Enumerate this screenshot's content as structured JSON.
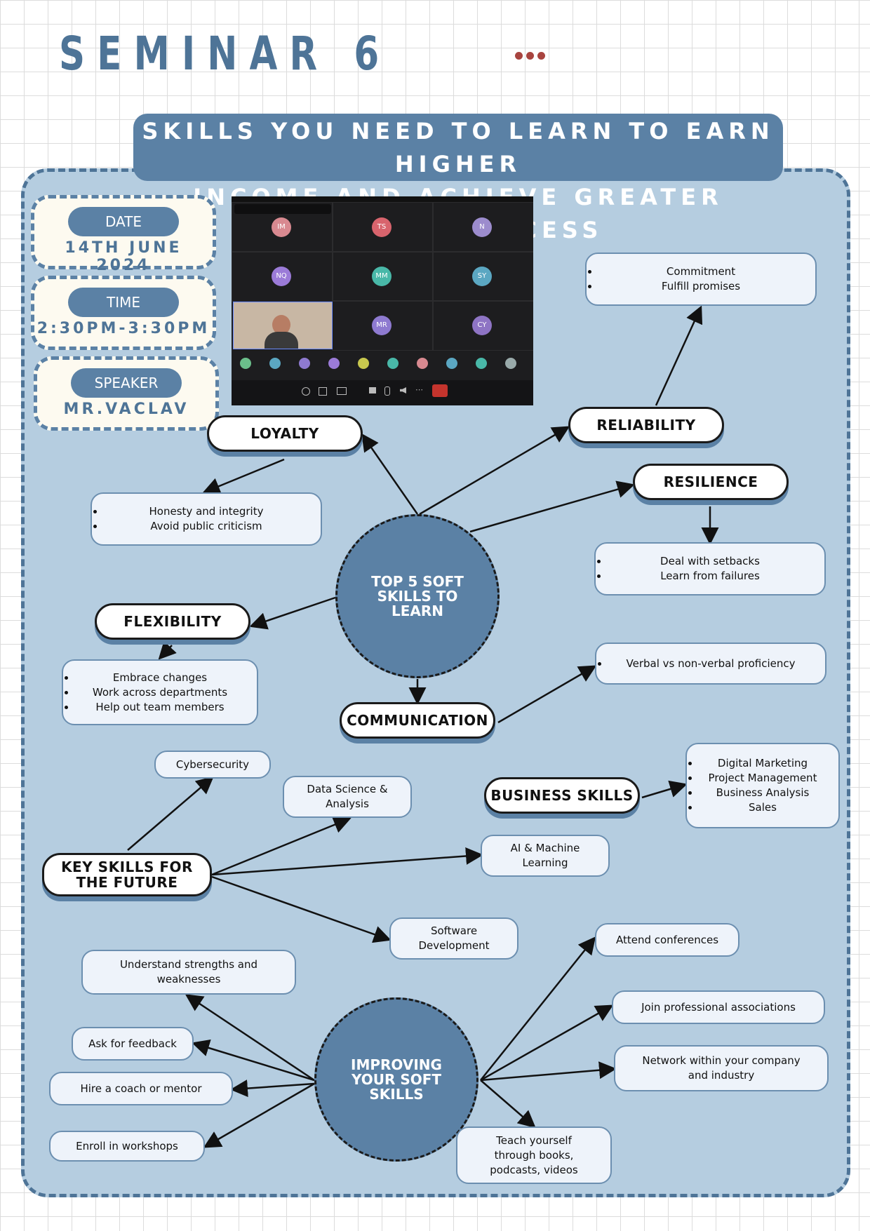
{
  "title": "SEMINAR 6",
  "banner": {
    "line1": "SKILLS YOU NEED TO LEARN TO EARN HIGHER",
    "line2": "INCOME AND ACHIEVE GREATER CAREER SUCCESS"
  },
  "info": {
    "date_label": "DATE",
    "date_value": "14TH JUNE 2024",
    "time_label": "TIME",
    "time_value": "2:30PM-3:30PM",
    "speaker_label": "SPEAKER",
    "speaker_value": "MR.VACLAV"
  },
  "meeting": {
    "participants": [
      "IM",
      "TS",
      "N",
      "NQ",
      "MM",
      "SY",
      "MR",
      "CY"
    ]
  },
  "soft_skills": {
    "center": "TOP 5 SOFT SKILLS TO LEARN",
    "loyalty": {
      "label": "LOYALTY",
      "items": [
        "Honesty and integrity",
        "Avoid public criticism"
      ]
    },
    "reliability": {
      "label": "RELIABILITY",
      "items": [
        "Commitment",
        "Fulfill promises"
      ]
    },
    "resilience": {
      "label": "RESILIENCE",
      "items": [
        "Deal with setbacks",
        "Learn from failures"
      ]
    },
    "flexibility": {
      "label": "FLEXIBILITY",
      "items": [
        "Embrace changes",
        "Work across departments",
        "Help out team members"
      ]
    },
    "communication": {
      "label": "COMMUNICATION",
      "items": [
        "Verbal vs non-verbal proficiency"
      ]
    }
  },
  "future": {
    "center": "KEY SKILLS FOR THE FUTURE",
    "cyber": "Cybersecurity",
    "data": "Data Science & Analysis",
    "ai": "AI & Machine Learning",
    "software": "Software Development",
    "business": {
      "label": "BUSINESS SKILLS",
      "items": [
        "Digital Marketing",
        "Project Management",
        "Business Analysis",
        "Sales"
      ]
    }
  },
  "improving": {
    "center": "IMPROVING YOUR SOFT SKILLS",
    "strengths": "Understand strengths and weaknesses",
    "feedback": "Ask for feedback",
    "coach": "Hire a coach or mentor",
    "workshops": "Enroll in workshops",
    "conferences": "Attend conferences",
    "associations": "Join professional associations",
    "network": "Network within your company and industry",
    "teach": "Teach yourself through books, podcasts, videos"
  },
  "colors": {
    "accent": "#5b81a5",
    "panel": "#b5cde0",
    "title": "#4e7497",
    "dots": "#a8443f"
  }
}
